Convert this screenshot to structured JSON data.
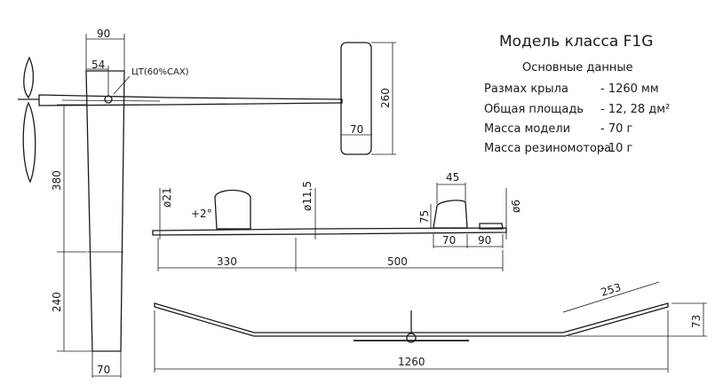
{
  "title": "Модель класса F1G",
  "subtitle": "Основные данные",
  "specs": [
    {
      "label": "Размах крыла",
      "value": "- 1260 мм"
    },
    {
      "label": "Общая площадь",
      "value": "- 12, 28 дм²"
    },
    {
      "label": "Масса модели",
      "value": "- 70 г"
    },
    {
      "label": "Масса резиномотора",
      "value": "- 10 г"
    }
  ],
  "dims": {
    "root_chord": "90",
    "cg_offset": "54",
    "cg_label": "ЦТ(60%САХ)",
    "stab_span": "260",
    "stab_chord": "70",
    "wing_inner": "380",
    "wing_outer": "240",
    "tip_chord": "70",
    "pylon_height": "ø21",
    "incidence": "+2°",
    "fuselage_dia": "ø11,5",
    "fin_top": "45",
    "fin_height": "75",
    "boom_dia": "ø6",
    "fin_base": "70",
    "fin_tail": "90",
    "nose_to_wing": "330",
    "wing_to_tail": "500",
    "tip_panel": "253",
    "dihedral": "73",
    "span": "1260"
  }
}
